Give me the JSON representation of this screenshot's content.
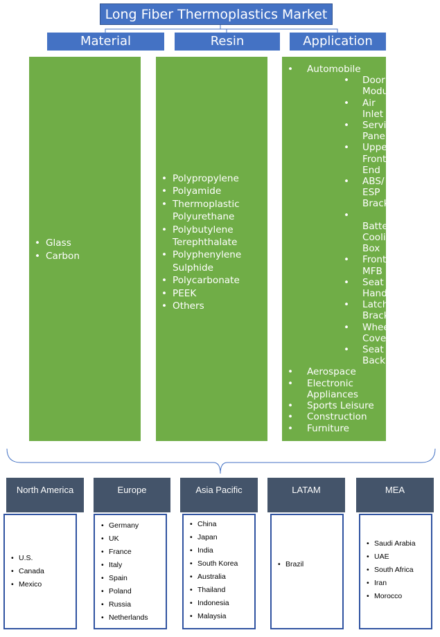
{
  "title": "Long Fiber Thermoplastics Market",
  "colors": {
    "header_blue": "#4472c4",
    "green": "#70ad47",
    "region_slate": "#44546a",
    "box_border": "#2f52a0"
  },
  "categories": [
    "Material",
    "Resin",
    "Application"
  ],
  "material": [
    "Glass",
    "Carbon"
  ],
  "resin": [
    "Polypropylene",
    "Polyamide",
    "Thermoplastic Polyurethane",
    "Polybutylene Terephthalate",
    "Polyphenylene Sulphide",
    "Polycarbonate",
    "PEEK",
    "Others"
  ],
  "application": {
    "automobile": "Automobile",
    "automobile_items": [
      "Door Module",
      "Air Inlet",
      "Service Panel",
      "Upper Front End",
      "ABS/ ESP Bracket",
      " Battery Cooling Box",
      "Front MFB",
      "Seat Handle",
      "Latch Bracket",
      "Wheel Cover",
      "Seat Back"
    ],
    "others": [
      "Aerospace",
      "Electronic Appliances",
      "Sports Leisure",
      "Construction",
      "Furniture"
    ]
  },
  "regions": [
    {
      "name": "North America",
      "countries": [
        "U.S.",
        "Canada",
        "Mexico"
      ]
    },
    {
      "name": "Europe",
      "countries": [
        "Germany",
        "UK",
        "France",
        "Italy",
        "Spain",
        "Poland",
        "Russia",
        "Netherlands"
      ]
    },
    {
      "name": "Asia Pacific",
      "countries": [
        "China",
        "Japan",
        "India",
        "South Korea",
        "Australia",
        "Thailand",
        "Indonesia",
        "Malaysia"
      ]
    },
    {
      "name": "LATAM",
      "countries": [
        "Brazil"
      ]
    },
    {
      "name": "MEA",
      "countries": [
        "Saudi Arabia",
        "UAE",
        "South Africa",
        "Iran",
        "Morocco"
      ]
    }
  ]
}
